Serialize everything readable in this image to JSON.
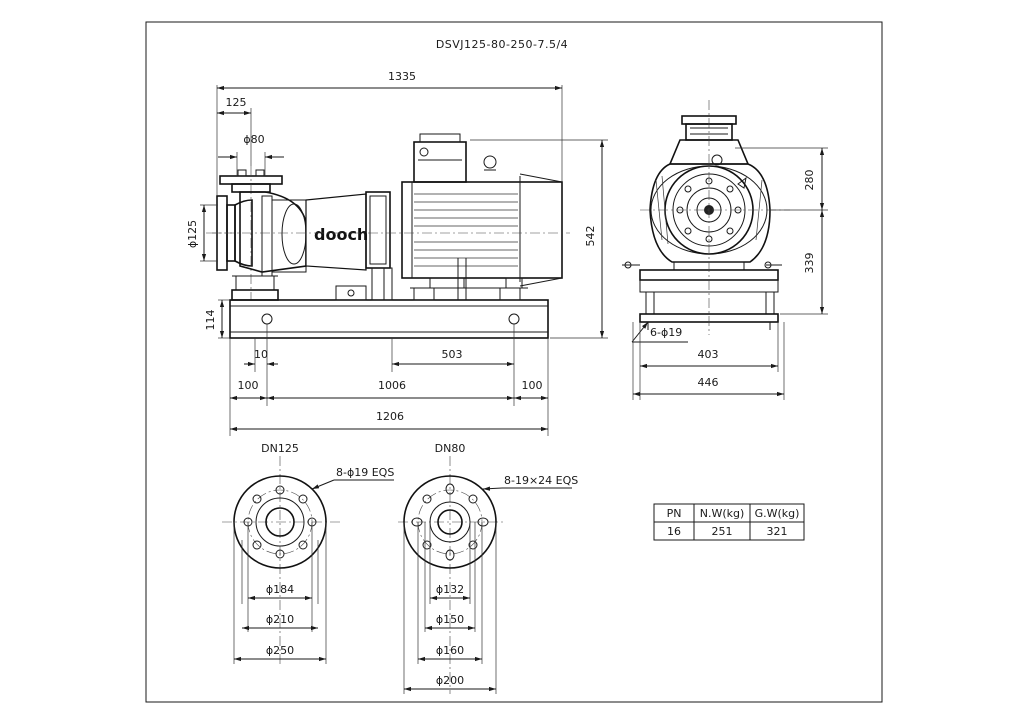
{
  "title": "DSVJ125-80-250-7.5/4",
  "brand": "dooch",
  "side_view": {
    "dim_overall_length": "1335",
    "dim_suction_offset": "125",
    "dim_discharge_dia": "ϕ80",
    "dim_suction_dia": "ϕ125",
    "dim_height": "542",
    "dim_base_height": "114",
    "dim_10": "10",
    "dim_503": "503",
    "dim_100_left": "100",
    "dim_1006": "1006",
    "dim_100_right": "100",
    "dim_base_length": "1206"
  },
  "end_view": {
    "dim_280": "280",
    "dim_339": "339",
    "dim_holes": "6-ϕ19",
    "dim_403": "403",
    "dim_446": "446"
  },
  "flange_dn125": {
    "label": "DN125",
    "holes": "8-ϕ19 EQS",
    "d1": "ϕ184",
    "d2": "ϕ210",
    "d3": "ϕ250"
  },
  "flange_dn80": {
    "label": "DN80",
    "holes": "8-19×24 EQS",
    "d1": "ϕ132",
    "d2": "ϕ150",
    "d3": "ϕ160",
    "d4": "ϕ200"
  },
  "spec_table": {
    "headers": [
      "PN",
      "N.W(kg)",
      "G.W(kg)"
    ],
    "row": [
      "16",
      "251",
      "321"
    ]
  }
}
